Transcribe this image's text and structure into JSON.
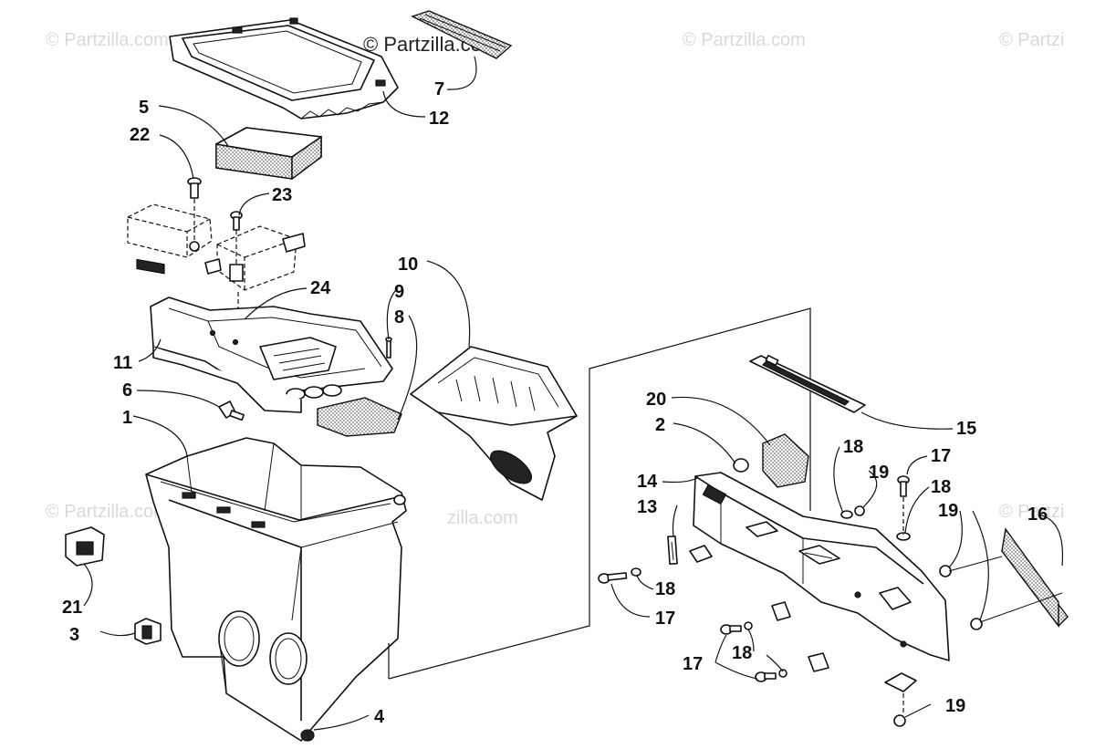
{
  "watermarks": {
    "main": "© Partzilla.com",
    "faint": "© Partzilla.com",
    "faint_partial": "© Partzi",
    "middle": "zilla.com"
  },
  "labels": {
    "p1": "1",
    "p2": "2",
    "p3": "3",
    "p4": "4",
    "p5": "5",
    "p6": "6",
    "p7": "7",
    "p8": "8",
    "p9": "9",
    "p10": "10",
    "p11": "11",
    "p12": "12",
    "p13": "13",
    "p14": "14",
    "p15": "15",
    "p16": "16",
    "p17a": "17",
    "p17b": "17",
    "p17c": "17",
    "p18a": "18",
    "p18b": "18",
    "p18c": "18",
    "p18d": "18",
    "p19a": "19",
    "p19b": "19",
    "p19c": "19",
    "p20": "20",
    "p21": "21",
    "p22": "22",
    "p23": "23",
    "p24": "24"
  }
}
